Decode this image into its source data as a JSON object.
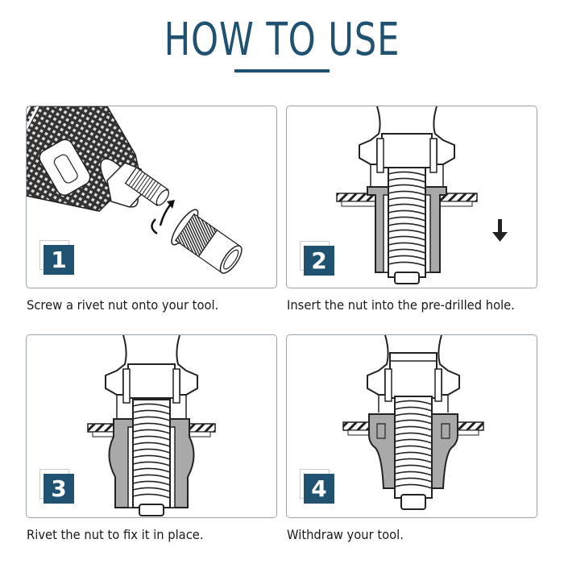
{
  "header": {
    "title": "HOW TO USE",
    "accent_color": "#1f5170"
  },
  "steps": [
    {
      "number": "1",
      "caption": "Screw a rivet nut onto your tool.",
      "illustration": "tool-with-rivet-nut-icon"
    },
    {
      "number": "2",
      "caption": "Insert the nut into the pre-drilled hole.",
      "illustration": "insert-nut-cross-section-icon"
    },
    {
      "number": "3",
      "caption": "Rivet the nut to fix it in place.",
      "illustration": "rivet-nut-cross-section-icon"
    },
    {
      "number": "4",
      "caption": "Withdraw your tool.",
      "illustration": "withdraw-tool-cross-section-icon"
    }
  ]
}
